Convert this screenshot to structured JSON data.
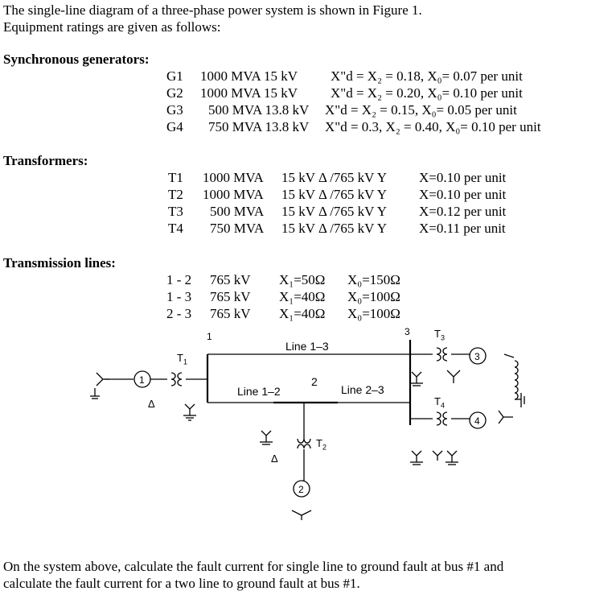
{
  "intro": {
    "line1": "The single-line diagram of a three-phase power system is shown in Figure 1.",
    "line2": "Equipment ratings are given as follows:"
  },
  "generators": {
    "heading": "Synchronous generators:",
    "rows": [
      {
        "id": "G1",
        "rating": "1000 MVA 15 kV",
        "reactance": "X\"d = X₂ = 0.18, X₀= 0.07 per unit"
      },
      {
        "id": "G2",
        "rating": "1000 MVA 15 kV",
        "reactance": "X\"d = X₂ = 0.20, X₀= 0.10 per unit"
      },
      {
        "id": "G3",
        "rating": "500 MVA 13.8 kV",
        "reactance": "X\"d = X₂ = 0.15, X₀= 0.05 per unit"
      },
      {
        "id": "G4",
        "rating": "750 MVA 13.8 kV",
        "reactance": "X\"d = 0.3, X₂ = 0.40, X₀= 0.10 per unit"
      }
    ]
  },
  "transformers": {
    "heading": "Transformers:",
    "rows": [
      {
        "id": "T1",
        "mva": "1000 MVA",
        "voltage": "15 kV Δ /765 kV Y",
        "x": "X=0.10 per unit"
      },
      {
        "id": "T2",
        "mva": "1000 MVA",
        "voltage": "15 kV Δ /765 kV Y",
        "x": "X=0.10 per unit"
      },
      {
        "id": "T3",
        "mva": "500 MVA",
        "voltage": "15 kV Δ /765 kV Y",
        "x": "X=0.12 per unit"
      },
      {
        "id": "T4",
        "mva": "750 MVA",
        "voltage": "15 kV Δ /765 kV Y",
        "x": "X=0.11 per unit"
      }
    ]
  },
  "lines": {
    "heading": "Transmission lines:",
    "rows": [
      {
        "id": "1 - 2",
        "kv": "765 kV",
        "x1": "X₁=50Ω",
        "x0": "X₀=150Ω"
      },
      {
        "id": "1 - 3",
        "kv": "765 kV",
        "x1": "X₁=40Ω",
        "x0": "X₀=100Ω"
      },
      {
        "id": "2 - 3",
        "kv": "765 kV",
        "x1": "X₁=40Ω",
        "x0": "X₀=100Ω"
      }
    ]
  },
  "diagram": {
    "bus1": "1",
    "bus2": "2",
    "bus3": "3",
    "line13": "Line 1–3",
    "line12": "Line 1–2",
    "line23": "Line 2–3",
    "t1_label": "T",
    "t1_sub": "1",
    "t2_label": "T",
    "t2_sub": "2",
    "t3_label": "T",
    "t3_sub": "3",
    "t4_label": "T",
    "t4_sub": "4",
    "gen1": "1",
    "gen2": "2",
    "gen3": "3",
    "gen4": "4",
    "delta": "Δ"
  },
  "question": {
    "line1": "On the system above, calculate the fault current for single line to ground fault at bus #1 and",
    "line2": "calculate the fault current for a two line to ground fault at bus #1."
  }
}
